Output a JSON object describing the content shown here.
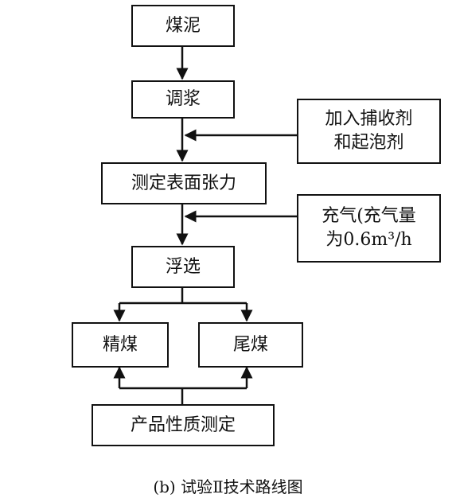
{
  "nodes": {
    "coal_slime": "煤泥",
    "slurry": "调浆",
    "additive_line1": "加入捕收剂",
    "additive_line2": "和起泡剂",
    "surface_tension": "测定表面张力",
    "aeration_line1": "充气(充气量",
    "aeration_line2": "为0.6m³/h",
    "flotation": "浮选",
    "clean_coal": "精煤",
    "tailings": "尾煤",
    "product_test": "产品性质测定"
  },
  "caption": "(b) 试验Ⅱ技术路线图"
}
